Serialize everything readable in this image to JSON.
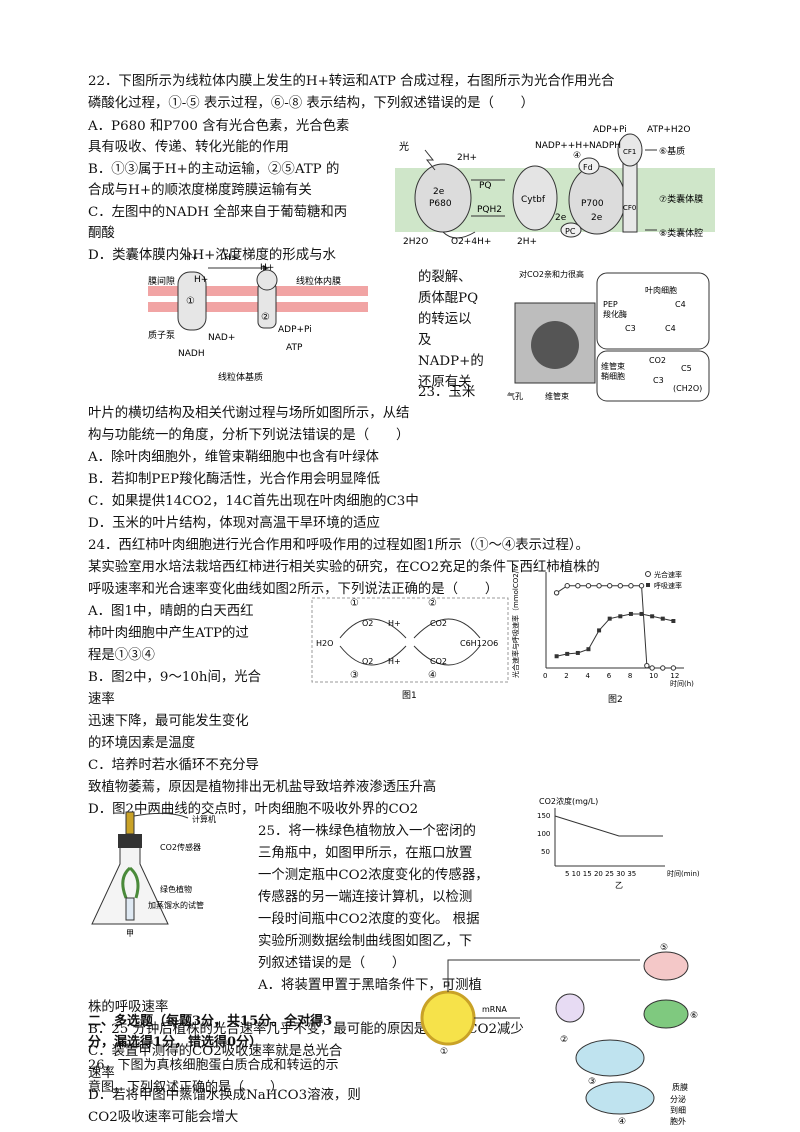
{
  "q22": {
    "stem1": "22．下图所示为线粒体内膜上发生的H+转运和ATP 合成过程，右图所示为光合作用光合",
    "stem2": "磷酸化过程，①-⑤ 表示过程，⑥-⑧ 表示结构，下列叙述错误的是（　　）",
    "optA1": "A．P680 和P700 含有光合色素，光合色素",
    "optA2": "具有吸收、传递、转化光能的作用",
    "optB1": "B．①③属于H+的主动运输，②⑤ATP 的",
    "optB2": "合成与H+的顺浓度梯度跨膜运输有关",
    "optC1": "C．左图中的NADH 全部来自于葡萄糖和丙",
    "optC2": "酮酸",
    "optD1": "D．类囊体膜内外H+浓度梯度的形成与水",
    "optD2": "的裂解、",
    "optD3": "质体醌PQ",
    "optD4": "的转运以",
    "optD5": "及",
    "optD6": "NADP+的",
    "optD7": "还原有关"
  },
  "fig_photo": {
    "light": "光",
    "p680": "P680",
    "pq": "PQ",
    "pqh2": "PQH2",
    "cytbf": "Cytbf",
    "p700": "P700",
    "fd": "Fd",
    "pc": "PC",
    "cf1": "CF1",
    "cf0": "CF0",
    "e2a": "2e",
    "e2b": "2e",
    "e2c": "2e",
    "h2o": "2H2O",
    "o2": "O2+4H+",
    "h2": "2H+",
    "h2b": "2H+",
    "nadp": "NADP++H+",
    "nadph": "NADPH",
    "adp": "ADP+Pi",
    "atp": "ATP+H2O",
    "c4": "④",
    "c6": "⑥基质",
    "c7": "⑦类囊体膜",
    "c8": "⑧类囊体腔"
  },
  "fig_mito": {
    "h1": "H+",
    "h2": "H+",
    "h3": "H+",
    "h4": "H+",
    "space": "膜间隙",
    "inner": "线粒体内膜",
    "c1": "①",
    "c2": "②",
    "pump": "质子泵",
    "nad": "NAD+",
    "nadh": "NADH",
    "adp": "ADP+Pi",
    "atp": "ATP",
    "matrix": "线粒体基质"
  },
  "q23": {
    "num": "23．玉米",
    "stem1": "叶片的横切结构及相关代谢过程与场所如图所示，从结",
    "stem2": "构与功能统一的角度，分析下列说法错误的是（　　）",
    "optA": "A．除叶肉细胞外，维管束鞘细胞中也含有叶绿体",
    "optB": "B．若抑制PEP羧化酶活性，光合作用会明显降低",
    "optC": "C．如果提供14CO2，14C首先出现在叶肉细胞的C3中",
    "optD": "D．玉米的叶片结构，体现对高温干旱环境的适应"
  },
  "fig_corn": {
    "top": "对CO2亲和力很高",
    "mesophyll": "叶肉细胞",
    "pep": "PEP",
    "enzyme": "羧化酶",
    "c4a": "C4",
    "c4b": "C4",
    "c3": "C3",
    "co2": "CO2",
    "c5": "C5",
    "c3b": "C3",
    "ch2o": "(CH2O)",
    "bundle": "维管束",
    "sheath": "鞘细胞",
    "stoma": "气孔",
    "vascular": "维管束"
  },
  "q24": {
    "stem1": "24．西红柿叶肉细胞进行光合作用和呼吸作用的过程如图1所示（①～④表示过程）。",
    "stem2": "某实验室用水培法栽培西红柿进行相关实验的研究，在CO2充足的条件下西红柿植株的",
    "stem3": "呼吸速率和光合速率变化曲线如图2所示，下列说法正确的是（　　）",
    "optA1": "A．图1中，晴朗的白天西红",
    "optA2": "柿叶肉细胞中产生ATP的过",
    "optA3": "程是①③④",
    "optB1": "B．图2中，9～10h间，光合",
    "optB2": "速率",
    "optB3": "迅速下降，最可能发生变化",
    "optB4": "的环境因素是温度",
    "optC1": "C．培养时若水循环不充分导",
    "optC2": "致植物萎蔫，原因是植物排出无机盐导致培养液渗透压升高",
    "optD": "D．图2中两曲线的交点时，叶肉细胞不吸收外界的CO2"
  },
  "fig1": {
    "n1": "①",
    "n2": "②",
    "n3": "③",
    "n4": "④",
    "o2a": "O2",
    "ha": "H+",
    "co2a": "CO2",
    "h2o": "H2O",
    "glucose": "C6H12O6",
    "o2b": "O2",
    "hb": "H+",
    "co2b": "CO2",
    "caption": "图1"
  },
  "chart_data": {
    "type": "line",
    "ylabel": "光合速率与呼吸速率（mmolCO2/h）",
    "xlabel": "时间(h)",
    "x_ticks": [
      "0",
      "2",
      "4",
      "6",
      "8",
      "10",
      "12"
    ],
    "caption": "图2",
    "legend": [
      "光合速率",
      "呼吸速率"
    ],
    "legend_position": "top-right",
    "x_range": [
      0,
      13
    ],
    "series": [
      {
        "name": "光合速率",
        "x": [
          1,
          2,
          3,
          4,
          5,
          6,
          7,
          8,
          9,
          9.5,
          10,
          11,
          12
        ],
        "y": [
          16,
          17.5,
          17.5,
          17.5,
          17.5,
          17.5,
          17.5,
          17.5,
          17.5,
          0.5,
          0,
          0,
          0
        ]
      },
      {
        "name": "呼吸速率",
        "x": [
          1,
          2,
          3,
          4,
          5,
          6,
          7,
          8,
          9,
          10,
          11,
          12
        ],
        "y": [
          2.5,
          3,
          3.2,
          4,
          8,
          10.5,
          11,
          11.5,
          11.5,
          11,
          10.5,
          10
        ]
      }
    ]
  },
  "q25": {
    "stem1": "25．将一株绿色植物放入一个密闭的",
    "stem2": "三角瓶中，如图甲所示，在瓶口放置",
    "stem3": "一个测定瓶中CO2浓度变化的传感器，",
    "stem4": "传感器的另一端连接计算机，以检测",
    "stem5": "一段时间瓶中CO2浓度的变化。 根据",
    "stem6": "实验所测数据绘制曲线图如图乙，下",
    "stem7": "列叙述错误的是（　　）",
    "optA1": "A．将装置甲置于黑暗条件下，可测植",
    "optA2": "株的呼吸速率",
    "optB": "B．25 分钟后植株的光合速率几乎不变，最可能的原因是装置内CO2减少",
    "optC1": "C．装置甲测得的CO2吸收速率就是总光合",
    "optC2": "速率",
    "optD1": "D．若将甲图中蒸馏水换成NaHCO3溶液，则",
    "optD2": "CO2吸收速率可能会增大"
  },
  "fig_flask": {
    "computer": "计算机",
    "sensor": "CO2传感器",
    "plant": "绿色植物",
    "tube": "加蒸馏水的试管",
    "caption": "甲"
  },
  "fig_yi": {
    "ylabel": "CO2浓度(mg/L)",
    "y150": "150",
    "y100": "100",
    "y50": "50",
    "xticks": "5 10 15 20 25 30 35",
    "xunit": "时间(min)",
    "caption": "乙"
  },
  "section2": {
    "l1": "二、多选题（每题3分，共15分。全对得3",
    "l2": "分，漏选得1分，错选得0分）"
  },
  "q26": {
    "l1": "26．下图为真核细胞蛋白质合成和转运的示",
    "l2": "意图。下列叙述正确的是（　　）"
  },
  "fig_cell": {
    "mrna": "mRNA",
    "n1": "①",
    "n2": "②",
    "n3": "③",
    "n4": "④",
    "n5": "⑤",
    "n6": "⑥",
    "membrane": "质膜",
    "secrete": "分泌",
    "to": "到细",
    "out": "胞外"
  }
}
